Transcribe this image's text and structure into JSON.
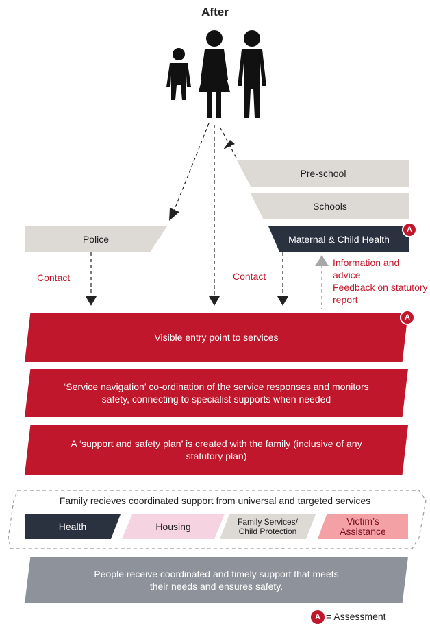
{
  "title": "After",
  "settings": {
    "preschool": "Pre-school",
    "schools": "Schools",
    "mch": "Maternal & Child Health",
    "police": "Police"
  },
  "labels": {
    "contact_left": "Contact",
    "contact_right": "Contact",
    "info_advice": "Information and advice",
    "feedback": "Feedback on statutory report"
  },
  "badge_letter": "A",
  "steps": {
    "entry": "Visible entry point to services",
    "navigation": "‘Service navigation’ co-ordination of the service responses and monitors safety, connecting to specialist supports when needed",
    "plan": "A ‘support and safety plan’ is created with the family (inclusive of any statutory plan)"
  },
  "family_support": {
    "heading": "Family recieves coordinated support from universal and targeted services",
    "services": [
      "Health",
      "Housing",
      "Family Services/ Child Protection",
      "Victim’s Assistance"
    ]
  },
  "outcome": "People receive coordinated and timely support that meets their needs and ensures safety.",
  "legend": {
    "badge": "A",
    "text": "= Assessment"
  },
  "colors": {
    "red": "#c0172c",
    "dark": "#2a3240",
    "grey": "#dddad6",
    "slate": "#8e939b",
    "pink": "#f5d3e0",
    "salmon": "#f4a1a6"
  }
}
